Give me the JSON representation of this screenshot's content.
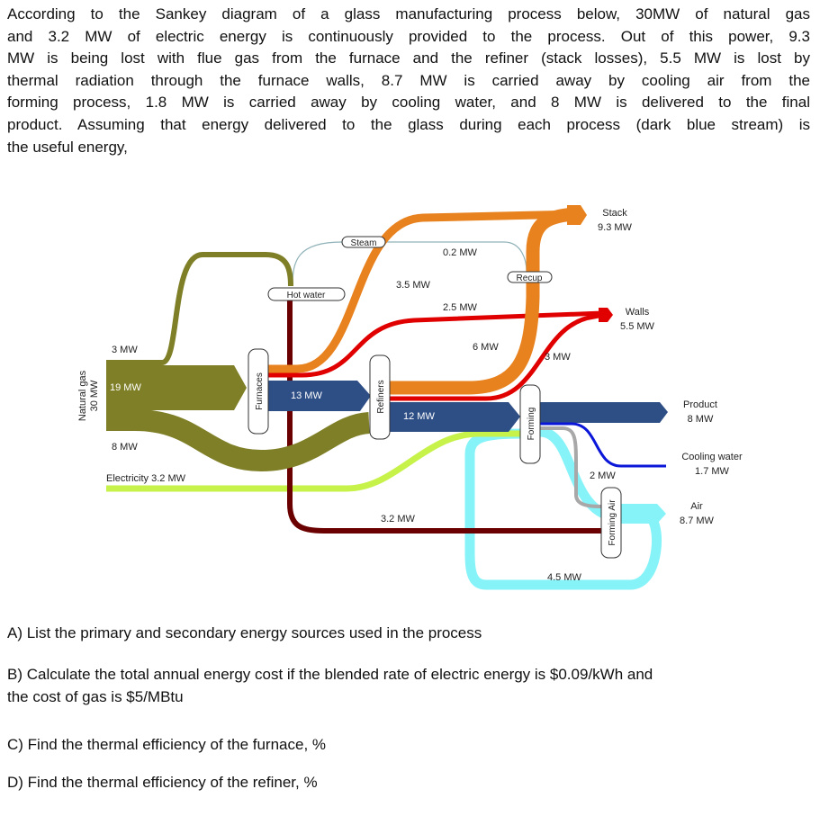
{
  "intro_lines": [
    "According to the Sankey diagram of a glass manufacturing process below, 30MW of natural gas",
    "and 3.2 MW of electric energy is continuously provided to the process. Out of this power, 9.3",
    "MW is being lost with flue gas from the furnace and the refiner (stack losses), 5.5 MW is lost by",
    "thermal radiation through the furnace walls, 8.7 MW is carried away by cooling air from the",
    "forming process, 1.8 MW is carried away by cooling water, and 8 MW is delivered to the final",
    "product. Assuming that energy delivered to the glass during each process (dark blue stream) is",
    "the useful energy,"
  ],
  "diagram": {
    "natural_gas": "Natural gas",
    "natural_gas_value": "30 MW",
    "gas_3": "3 MW",
    "gas_19": "19 MW",
    "gas_8": "8 MW",
    "electricity": "Electricity 3.2 MW",
    "furnaces": "Furnaces",
    "refiners": "Refiners",
    "forming": "Forming",
    "forming_air": "Forming Air",
    "hot_water": "Hot water",
    "steam": "Steam",
    "recup": "Recup",
    "f13": "13 MW",
    "f12": "12 MW",
    "f35": "3.5 MW",
    "f02": "0.2 MW",
    "f25": "2.5 MW",
    "f6": "6 MW",
    "f3": "3 MW",
    "f32": "3.2 MW",
    "f2": "2 MW",
    "f45": "4.5 MW",
    "stack": "Stack",
    "stack_value": "9.3 MW",
    "walls": "Walls",
    "walls_value": "5.5 MW",
    "product": "Product",
    "product_value": "8 MW",
    "cooling": "Cooling water",
    "cooling_value": "1.7 MW",
    "air": "Air",
    "air_value": "8.7 MW",
    "colors": {
      "gas": "#7f7f27",
      "useful": "#2e4e86",
      "stack": "#e8821e",
      "walls": "#e00000",
      "elec": "#c6f24a",
      "hotwater": "#6b0000",
      "air": "#86f3f8",
      "cooling": "#0a16d8",
      "grey": "#a8a8a8"
    }
  },
  "questions": {
    "a": "A) List the primary and secondary energy sources used in the process",
    "b1": "B) Calculate the total annual energy cost if the blended rate of electric energy is $0.09/kWh and",
    "b2": "the cost of gas is $5/MBtu",
    "c": "C) Find the thermal efficiency of the furnace, %",
    "d": "D) Find the thermal efficiency of the refiner, %"
  }
}
